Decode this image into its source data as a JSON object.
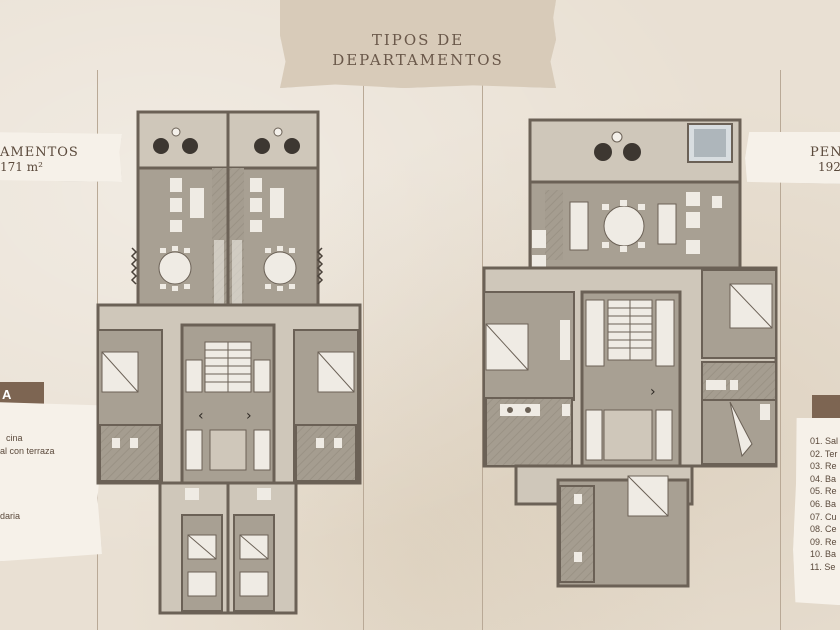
{
  "header": {
    "title_line1": "TIPOS DE",
    "title_line2": "DEPARTAMENTOS"
  },
  "left_panel": {
    "name": "AMENTOS",
    "area": "171 m²",
    "band_label": "A",
    "legend": [
      "cina",
      "al con terraza",
      "",
      "",
      "daria"
    ]
  },
  "right_panel": {
    "name": "PEN",
    "area": "192",
    "legend": [
      "01. Sal",
      "02. Ter",
      "03. Re",
      "04. Ba",
      "05. Re",
      "06. Ba",
      "07. Cu",
      "08. Ce",
      "09. Re",
      "10. Ba",
      "11. Se"
    ]
  },
  "colors": {
    "background": "#e9e0d3",
    "paper": "#f6f1e9",
    "band": "#7d6552",
    "wall": "#6b6156",
    "room_gray": "#a8a093",
    "terrace_gray": "#cfc7ba",
    "furniture": "#efebe4"
  }
}
